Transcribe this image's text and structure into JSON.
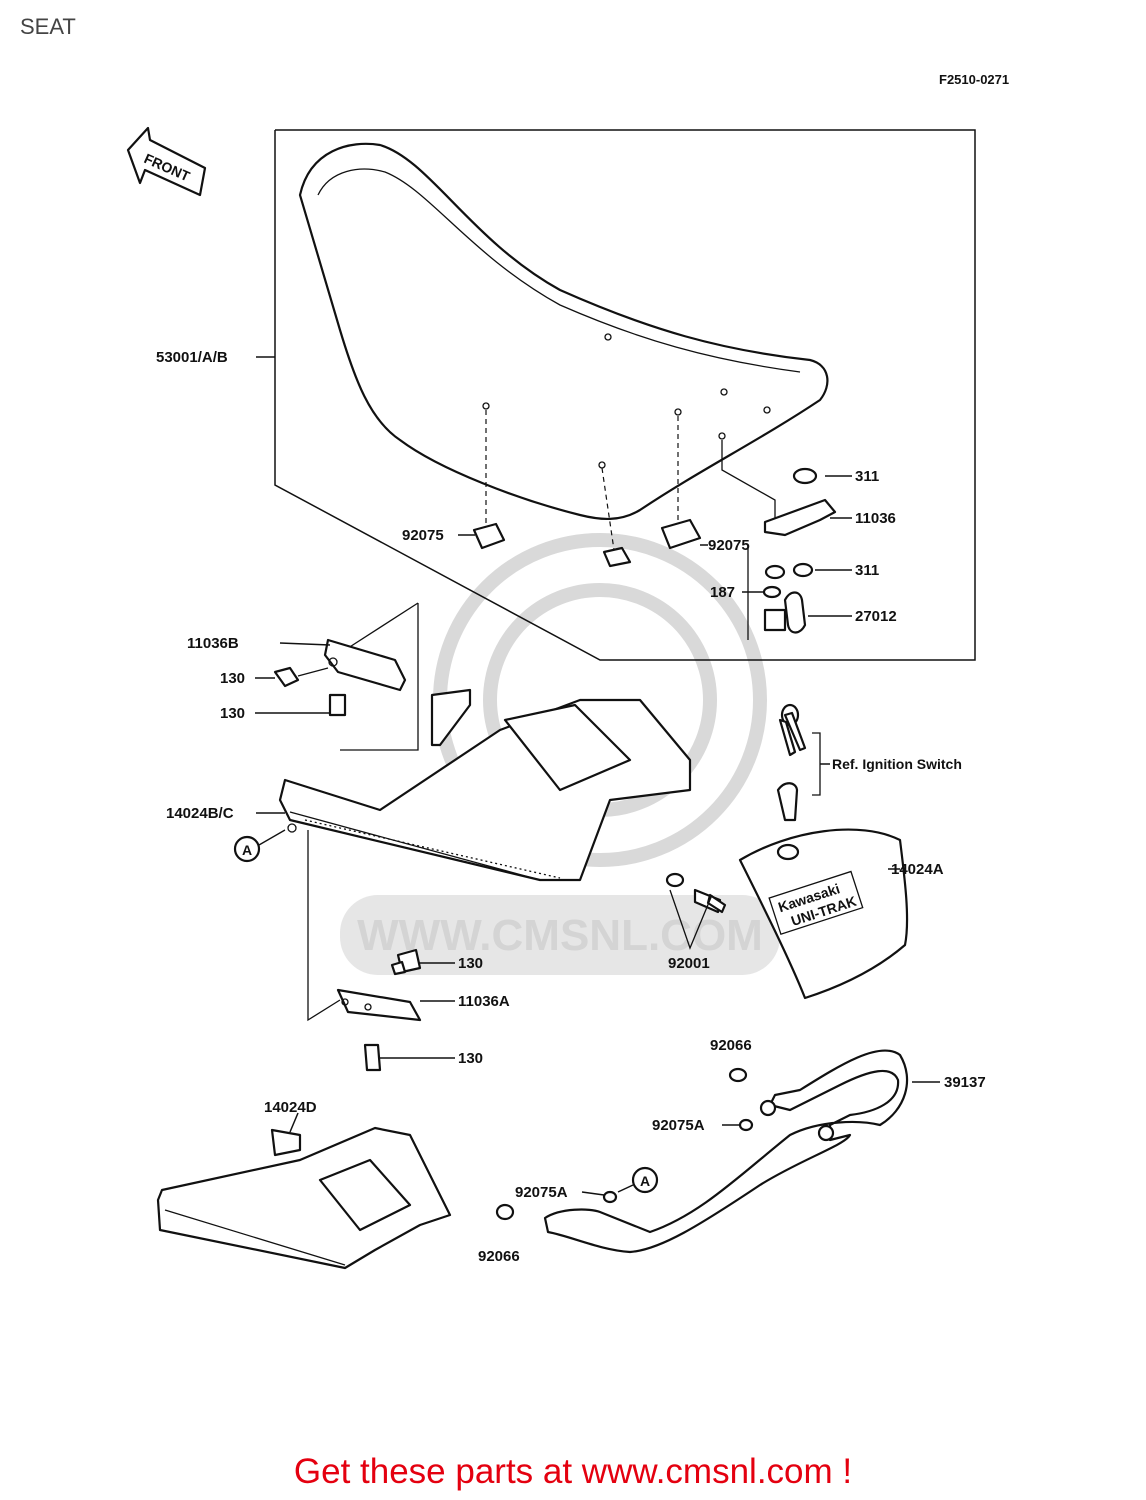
{
  "page": {
    "title": "SEAT",
    "diagram_code": "F2510-0271",
    "promo_text": "Get these parts at www.cmsnl.com !"
  },
  "diagram": {
    "front_arrow_label": "FRONT",
    "watermark_text": "WWW.CMSNL.COM",
    "tank_badge_text": "Kawasaki",
    "tank_badge_subtext": "UNI-TRAK",
    "reference_marker": "A",
    "callouts": [
      {
        "id": "seat",
        "label": "53001/A/B"
      },
      {
        "id": "nut-top",
        "label": "311"
      },
      {
        "id": "bracket-11036",
        "label": "11036"
      },
      {
        "id": "nut-mid",
        "label": "311"
      },
      {
        "id": "washer-187",
        "label": "187"
      },
      {
        "id": "clip-27012",
        "label": "27012"
      },
      {
        "id": "damper-left",
        "label": "92075"
      },
      {
        "id": "damper-right",
        "label": "92075"
      },
      {
        "id": "bracket-11036b",
        "label": "11036B"
      },
      {
        "id": "bolt-130-a",
        "label": "130"
      },
      {
        "id": "bolt-130-b",
        "label": "130"
      },
      {
        "id": "cover-14024bc",
        "label": "14024B/C"
      },
      {
        "id": "ignition-ref",
        "label": "Ref. Ignition Switch"
      },
      {
        "id": "cover-14024a",
        "label": "14024A"
      },
      {
        "id": "bolt-92001",
        "label": "92001"
      },
      {
        "id": "bolt-130-c",
        "label": "130"
      },
      {
        "id": "bracket-11036a",
        "label": "11036A"
      },
      {
        "id": "bolt-130-d",
        "label": "130"
      },
      {
        "id": "grommet-92066-top",
        "label": "92066"
      },
      {
        "id": "grip-39137",
        "label": "39137"
      },
      {
        "id": "damper-92075a-top",
        "label": "92075A"
      },
      {
        "id": "cover-14024d",
        "label": "14024D"
      },
      {
        "id": "damper-92075a-bottom",
        "label": "92075A"
      },
      {
        "id": "grommet-92066-bottom",
        "label": "92066"
      }
    ]
  }
}
